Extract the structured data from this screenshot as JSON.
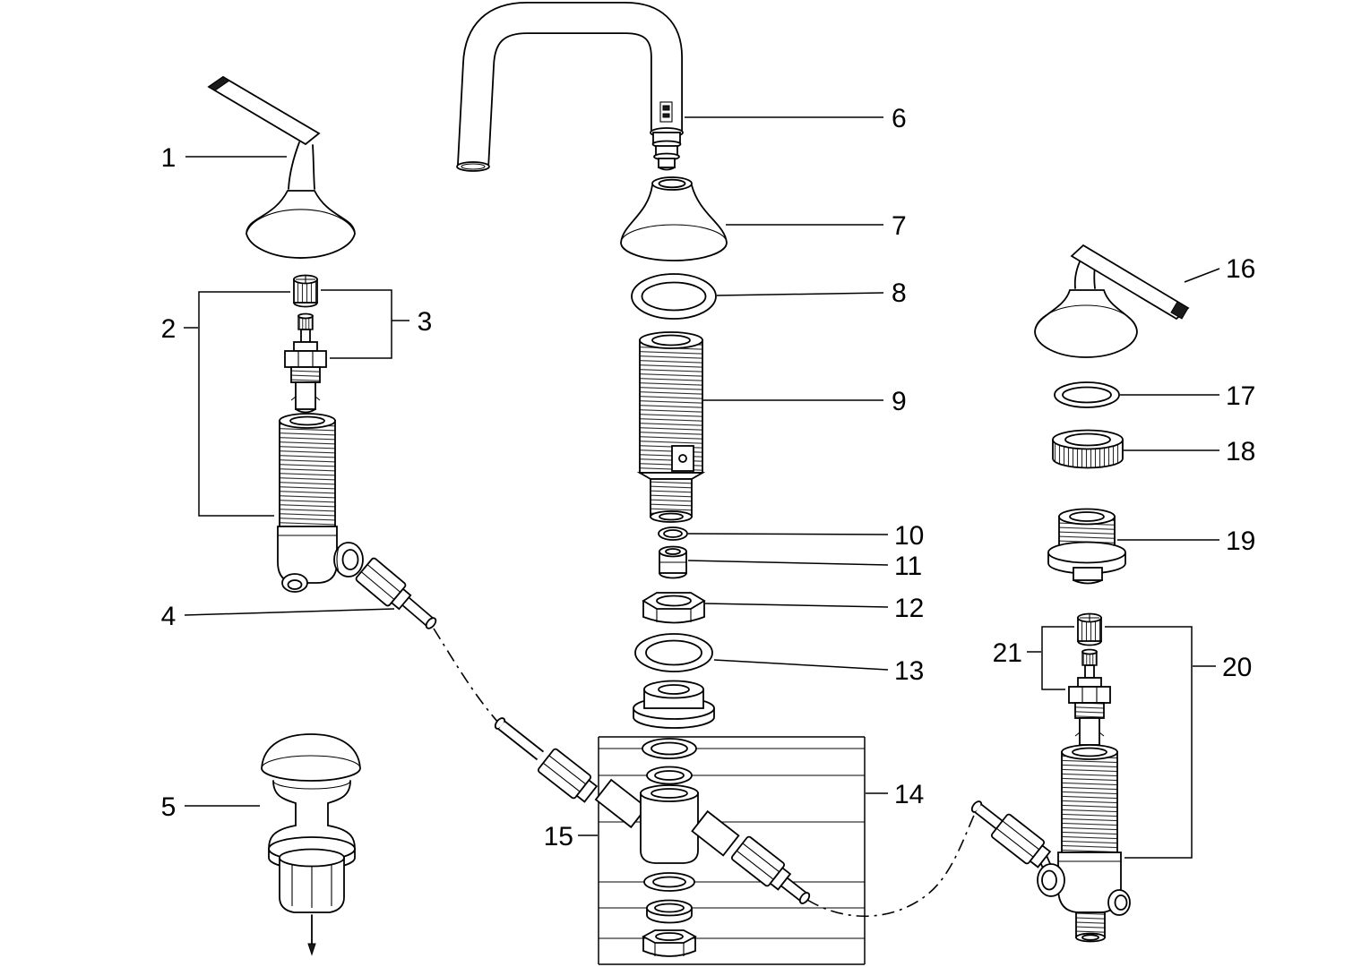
{
  "diagram": {
    "kind": "exploded-parts-diagram",
    "background_color": "#ffffff",
    "line_color": "#000000",
    "labels": {
      "l1": "1",
      "l2": "2",
      "l3": "3",
      "l4": "4",
      "l5": "5",
      "l6": "6",
      "l7": "7",
      "l8": "8",
      "l9": "9",
      "l10": "10",
      "l11": "11",
      "l12": "12",
      "l13": "13",
      "l14": "14",
      "l15": "15",
      "l16": "16",
      "l17": "17",
      "l18": "18",
      "l19": "19",
      "l20": "20",
      "l21": "21"
    }
  }
}
